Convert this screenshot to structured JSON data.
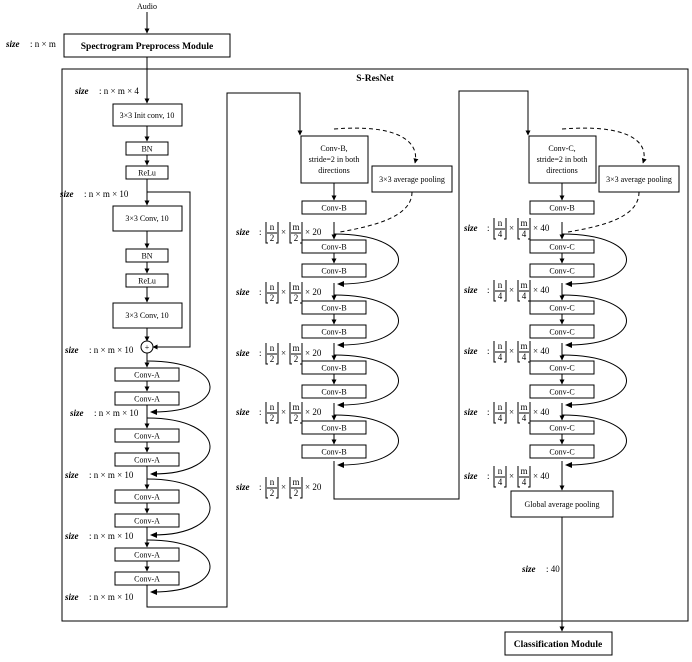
{
  "input_label": "Audio",
  "preprocess_label": "Spectrogram Preprocess Module",
  "sresnet_title": "S-ResNet",
  "classification_label": "Classification Module",
  "size_word": "size",
  "size_colon": ":",
  "sizes": {
    "input": "n × m",
    "after_pre": "n × m × 4",
    "after_relu": "n × m × 10",
    "after_plus": "n × m × 10",
    "col1_1": "n × m × 10",
    "col1_2": "n × m × 10",
    "col1_3": "n × m × 10",
    "col1_end": "n × m × 10",
    "global": "40"
  },
  "col1": {
    "init_conv": "3×3 Init conv, 10",
    "bn1": "BN",
    "relu1": "ReLu",
    "conv1": "3×3 Conv, 10",
    "bn2": "BN",
    "relu2": "ReLu",
    "conv2": "3×3 Conv, 10",
    "conv_a": "Conv-A",
    "plus": "+"
  },
  "col2": {
    "conv_b_stride_1": "Conv-B,",
    "conv_b_stride_2": "stride=2 in both",
    "conv_b_stride_3": "directions",
    "avg_pool": "3×3 average pooling",
    "conv_b": "Conv-B",
    "frac_num": "n",
    "frac_num2": "m",
    "frac_den": "2",
    "times": "×",
    "channels": "× 20"
  },
  "col3": {
    "conv_c_stride_1": "Conv-C,",
    "conv_c_stride_2": "stride=2 in both",
    "conv_c_stride_3": "directions",
    "avg_pool": "3×3 average pooling",
    "conv_b": "Conv-B",
    "conv_c": "Conv-C",
    "frac_num": "n",
    "frac_num2": "m",
    "frac_den": "4",
    "times": "×",
    "channels": "× 40",
    "global_pool": "Global average pooling"
  }
}
